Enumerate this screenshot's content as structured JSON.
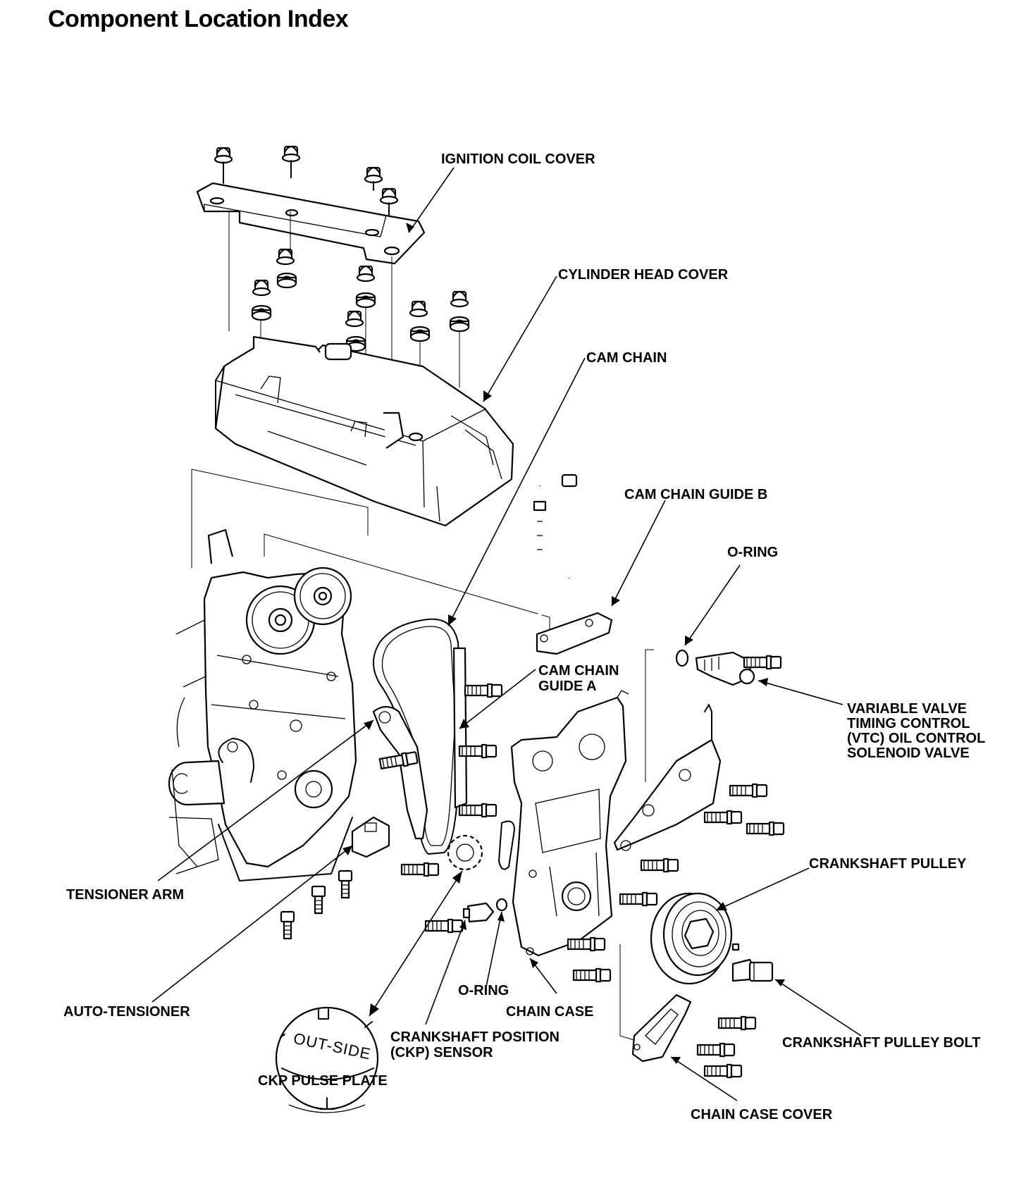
{
  "page": {
    "title": "Component Location Index"
  },
  "labels": {
    "ignition_coil_cover": "IGNITION COIL COVER",
    "cylinder_head_cover": "CYLINDER HEAD COVER",
    "cam_chain": "CAM CHAIN",
    "cam_chain_guide_b": "CAM CHAIN GUIDE B",
    "o_ring_top": "O-RING",
    "cam_chain_guide_a": [
      "CAM CHAIN",
      "GUIDE A"
    ],
    "vtc_solenoid": [
      "VARIABLE VALVE",
      "TIMING CONTROL",
      "(VTC) OIL CONTROL",
      "SOLENOID VALVE"
    ],
    "crankshaft_pulley": "CRANKSHAFT PULLEY",
    "tensioner_arm": "TENSIONER ARM",
    "auto_tensioner": "AUTO-TENSIONER",
    "o_ring_bottom": "O-RING",
    "chain_case": "CHAIN CASE",
    "ckp_sensor": [
      "CRANKSHAFT POSITION",
      "(CKP) SENSOR"
    ],
    "crankshaft_pulley_bolt": "CRANKSHAFT PULLEY BOLT",
    "ckp_pulse_plate": "CKP PULSE PLATE",
    "chain_case_cover": "CHAIN CASE COVER",
    "out_side_marking": "OUT-SIDE"
  }
}
